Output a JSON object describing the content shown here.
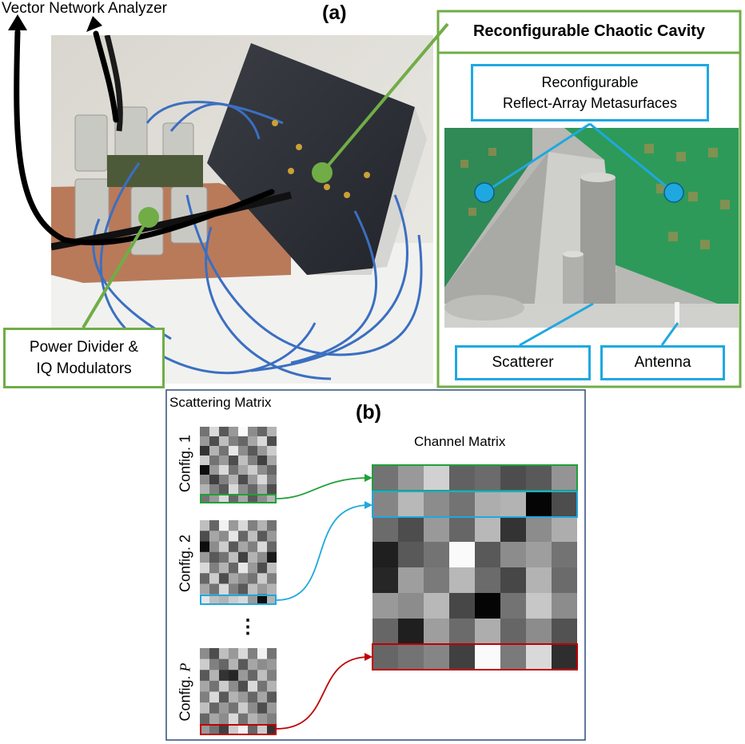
{
  "panel_a": {
    "tag": "(a)",
    "vna_label": "Vector Network Analyzer",
    "cavity_title": "Reconfigurable Chaotic Cavity",
    "metasurface_label_line1": "Reconfigurable",
    "metasurface_label_line2": "Reflect-Array Metasurfaces",
    "scatterer_label": "Scatterer",
    "antenna_label": "Antenna",
    "divider_label_line1": "Power Divider &",
    "divider_label_line2": "IQ Modulators"
  },
  "panel_b": {
    "tag": "(b)",
    "scattering_title": "Scattering Matrix",
    "channel_title": "Channel Matrix",
    "config_labels": [
      "Config. 1",
      "Config. 2"
    ],
    "config_p_prefix": "Config. ",
    "config_p_symbol": "P",
    "ellipsis": "⋮"
  },
  "colors": {
    "green": "#70ad47",
    "blue": "#1fa8e0",
    "red": "#c00000",
    "frame": "#2f4b7c"
  },
  "matrices": {
    "config1": [
      [
        0.45,
        0.85,
        0.35,
        0.6,
        0.98,
        0.55,
        0.4,
        0.7
      ],
      [
        0.6,
        0.3,
        0.75,
        0.5,
        0.4,
        0.65,
        0.85,
        0.3
      ],
      [
        0.2,
        0.7,
        0.45,
        0.9,
        0.55,
        0.35,
        0.6,
        0.8
      ],
      [
        0.8,
        0.45,
        0.6,
        0.3,
        0.75,
        0.5,
        0.25,
        0.65
      ],
      [
        0.05,
        0.6,
        0.85,
        0.45,
        0.65,
        0.8,
        0.55,
        0.4
      ],
      [
        0.55,
        0.25,
        0.5,
        0.7,
        0.3,
        0.6,
        0.85,
        0.5
      ],
      [
        0.7,
        0.5,
        0.35,
        0.85,
        0.55,
        0.4,
        0.65,
        0.3
      ],
      [
        0.45,
        0.6,
        0.85,
        0.4,
        0.65,
        0.35,
        0.55,
        0.7
      ]
    ],
    "config2": [
      [
        0.75,
        0.4,
        0.95,
        0.6,
        0.85,
        0.5,
        0.7,
        0.45
      ],
      [
        0.3,
        0.65,
        0.55,
        0.9,
        0.4,
        0.75,
        0.35,
        0.6
      ],
      [
        0.05,
        0.55,
        0.8,
        0.35,
        0.65,
        0.5,
        0.85,
        0.4
      ],
      [
        0.6,
        0.35,
        0.45,
        0.75,
        0.25,
        0.7,
        0.55,
        0.1
      ],
      [
        0.85,
        0.5,
        0.7,
        0.4,
        0.9,
        0.6,
        0.3,
        0.75
      ],
      [
        0.4,
        0.8,
        0.3,
        0.65,
        0.55,
        0.45,
        0.8,
        0.5
      ],
      [
        0.65,
        0.45,
        0.85,
        0.5,
        0.35,
        0.75,
        0.6,
        0.7
      ],
      [
        0.9,
        0.75,
        0.7,
        0.8,
        0.85,
        0.6,
        0.05,
        0.7
      ]
    ],
    "configP": [
      [
        0.55,
        0.3,
        0.75,
        0.6,
        0.85,
        0.5,
        0.95,
        0.45
      ],
      [
        0.8,
        0.5,
        0.4,
        0.7,
        0.35,
        0.65,
        0.55,
        0.6
      ],
      [
        0.35,
        0.7,
        0.2,
        0.15,
        0.6,
        0.4,
        0.75,
        0.5
      ],
      [
        0.65,
        0.45,
        0.8,
        0.55,
        0.3,
        0.85,
        0.45,
        0.7
      ],
      [
        0.5,
        0.85,
        0.35,
        0.7,
        0.6,
        0.4,
        0.65,
        0.35
      ],
      [
        0.75,
        0.4,
        0.6,
        0.45,
        0.8,
        0.55,
        0.3,
        0.6
      ],
      [
        0.4,
        0.65,
        0.55,
        0.85,
        0.45,
        0.7,
        0.6,
        0.5
      ],
      [
        0.6,
        0.45,
        0.25,
        0.8,
        0.95,
        0.4,
        0.8,
        0.2
      ]
    ],
    "channel": [
      [
        0.45,
        0.6,
        0.82,
        0.38,
        0.42,
        0.3,
        0.35,
        0.58
      ],
      [
        0.52,
        0.72,
        0.55,
        0.45,
        0.68,
        0.7,
        0.02,
        0.3
      ],
      [
        0.42,
        0.3,
        0.6,
        0.4,
        0.72,
        0.2,
        0.55,
        0.68
      ],
      [
        0.12,
        0.35,
        0.45,
        0.98,
        0.35,
        0.55,
        0.62,
        0.45
      ],
      [
        0.15,
        0.62,
        0.48,
        0.72,
        0.42,
        0.28,
        0.7,
        0.42
      ],
      [
        0.6,
        0.55,
        0.72,
        0.28,
        0.02,
        0.45,
        0.78,
        0.55
      ],
      [
        0.4,
        0.12,
        0.62,
        0.42,
        0.68,
        0.4,
        0.55,
        0.32
      ],
      [
        0.4,
        0.45,
        0.52,
        0.25,
        0.98,
        0.48,
        0.85,
        0.18
      ]
    ]
  }
}
